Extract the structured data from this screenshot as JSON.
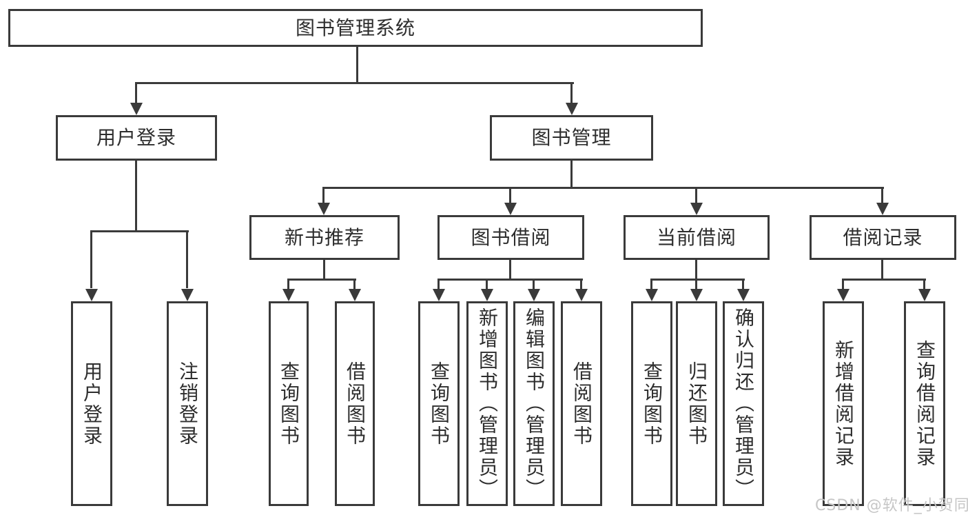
{
  "diagram": {
    "root": {
      "label": "图书管理系统"
    },
    "children": [
      {
        "label": "用户登录",
        "children": [
          {
            "label": "用户登录"
          },
          {
            "label": "注销登录"
          }
        ]
      },
      {
        "label": "图书管理",
        "children": [
          {
            "label": "新书推荐",
            "children": [
              {
                "label": "查询图书"
              },
              {
                "label": "借阅图书"
              }
            ]
          },
          {
            "label": "图书借阅",
            "children": [
              {
                "label": "查询图书"
              },
              {
                "label": "新增图书（管理员）"
              },
              {
                "label": "编辑图书（管理员）"
              },
              {
                "label": "借阅图书"
              }
            ]
          },
          {
            "label": "当前借阅",
            "children": [
              {
                "label": "查询图书"
              },
              {
                "label": "归还图书"
              },
              {
                "label": "确认归还（管理员）"
              }
            ]
          },
          {
            "label": "借阅记录",
            "children": [
              {
                "label": "新增借阅记录"
              },
              {
                "label": "查询借阅记录"
              }
            ]
          }
        ]
      }
    ]
  },
  "watermark": {
    "text": "CSDN @软件_小贺同学"
  },
  "colors": {
    "line": "#3a3a3a",
    "text": "#2d2d2d",
    "background": "#ffffff",
    "watermark": "#c6c6c6"
  }
}
